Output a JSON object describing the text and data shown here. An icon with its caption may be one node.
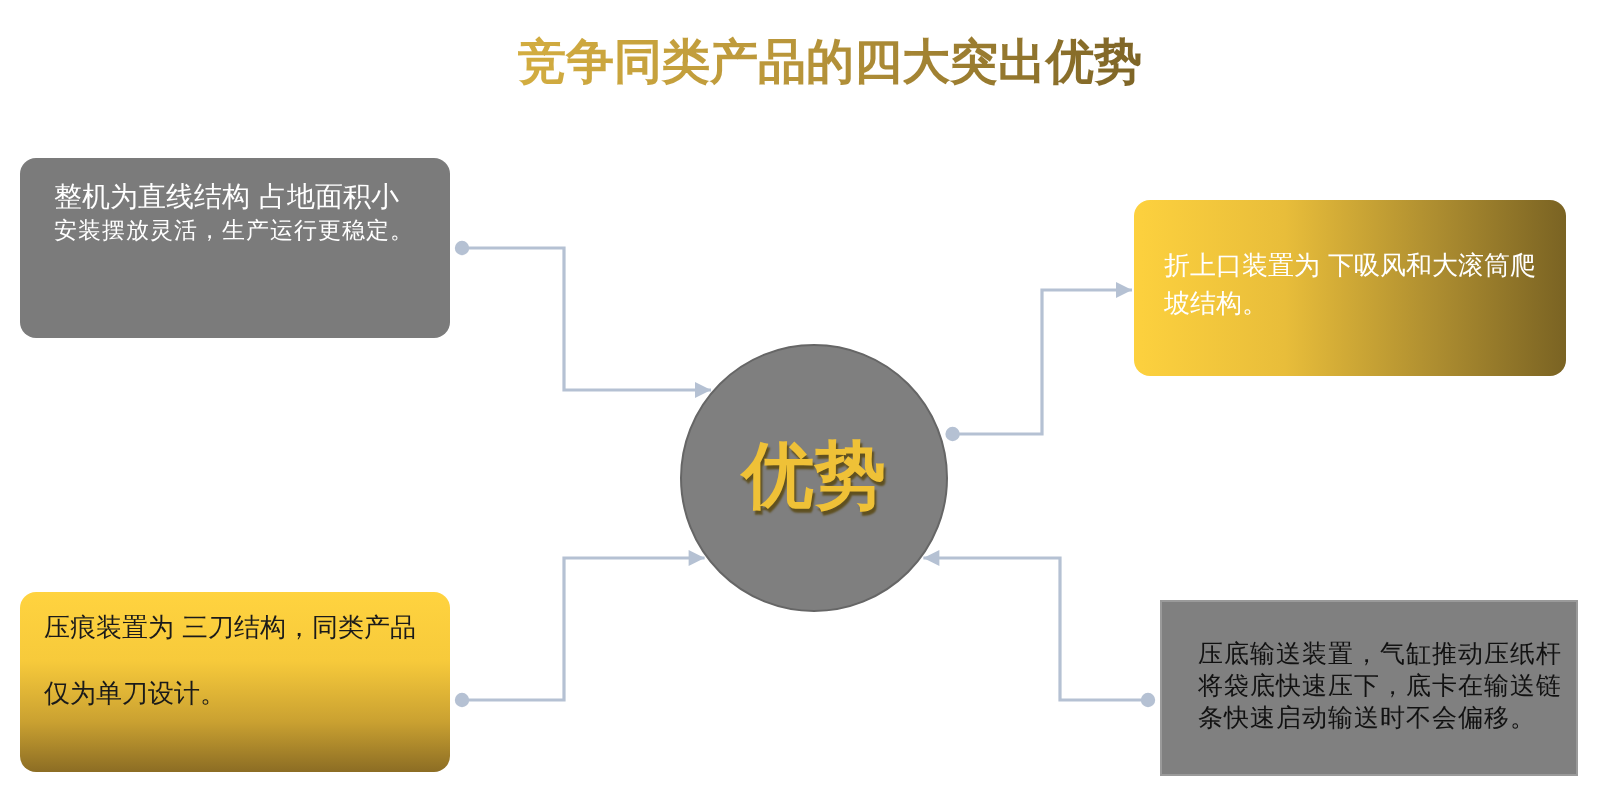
{
  "diagram": {
    "title": "竞争同类产品的四大突出优势",
    "nodes": [
      {
        "text": [
          "整机为直线结构 占地面积小",
          "安装摆放灵活，生产运行更稳定。"
        ]
      },
      {
        "text": [
          "折上口装置为 下吸风和大滚筒爬坡结构。"
        ]
      },
      {
        "text": [
          "优势"
        ]
      },
      {
        "text": [
          "压痕装置为 三刀结构，同类产品仅为单刀设计。"
        ]
      },
      {
        "text": [
          "压底输送装置，气缸推动压纸杆将袋底快速压下，底卡在输送链条快速启动输送时不会偏移。"
        ]
      }
    ],
    "edges": [
      {
        "from": 0,
        "to": 2,
        "arrow": "to"
      },
      {
        "from": 2,
        "to": 1,
        "arrow": "to"
      },
      {
        "from": 3,
        "to": 2,
        "arrow": "to"
      },
      {
        "from": 4,
        "to": 2,
        "arrow": "to"
      }
    ]
  }
}
